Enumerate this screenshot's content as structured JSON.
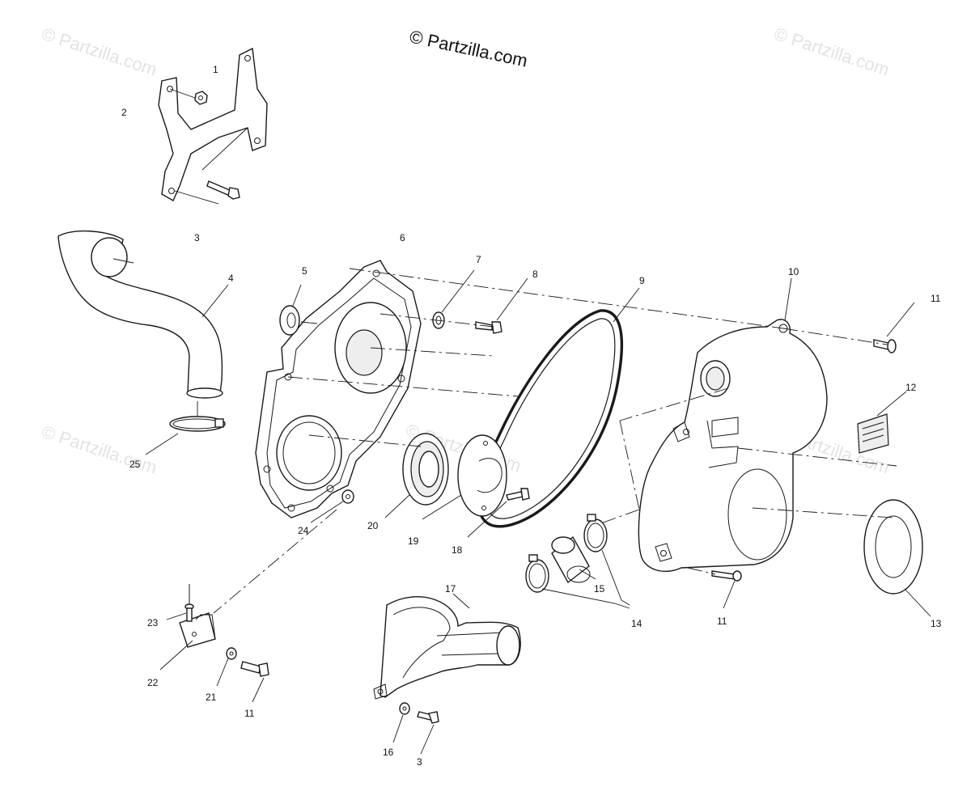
{
  "copyright": "© Partzilla.com",
  "watermark": "© Partzilla.com",
  "colors": {
    "line": "#1a1a1a",
    "watermark": "#e3e3e3",
    "background": "#ffffff"
  },
  "callouts": [
    "1",
    "2",
    "3",
    "4",
    "5",
    "6",
    "7",
    "8",
    "9",
    "10",
    "11",
    "12",
    "13",
    "14",
    "15",
    "16",
    "17",
    "18",
    "19",
    "20",
    "21",
    "22",
    "23",
    "24",
    "25"
  ],
  "callouts_repeat": {
    "3b": "3",
    "11b": "11",
    "11c": "11"
  }
}
